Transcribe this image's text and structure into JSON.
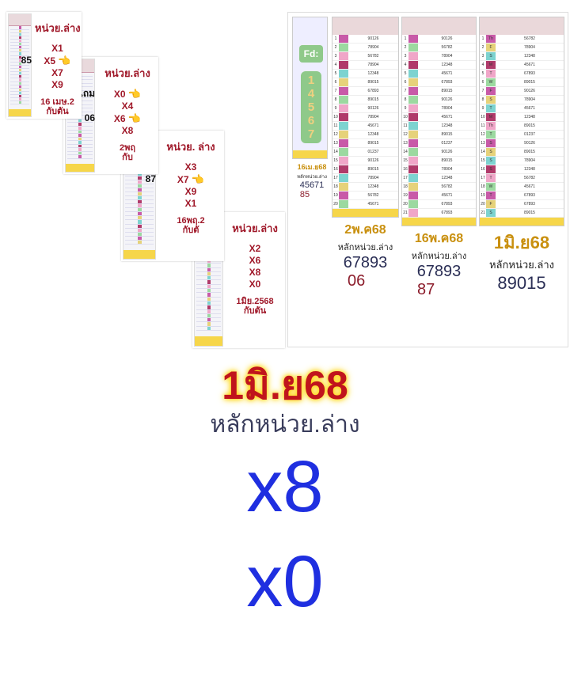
{
  "cards": [
    {
      "title": "หน่วย.ล่าง",
      "items": [
        {
          "x": "X1"
        },
        {
          "x": "X5",
          "num": "85",
          "hand": true
        },
        {
          "x": "X7"
        },
        {
          "x": "X9"
        }
      ],
      "date": "16 เมษ.2",
      "date2": "กับตัน"
    },
    {
      "title": "หน่วย.ล่าง",
      "items": [
        {
          "x": "X0",
          "num": "แถม",
          "hand": true
        },
        {
          "x": "X4"
        },
        {
          "x": "X6",
          "num": "06",
          "hand": true
        },
        {
          "x": "X8"
        }
      ],
      "date": "2พฤ",
      "date2": "กับ"
    },
    {
      "title": "หน่วย. ล่าง",
      "items": [
        {
          "x": "X3"
        },
        {
          "x": "X7",
          "num": "87",
          "hand": true
        },
        {
          "x": "X9"
        },
        {
          "x": "X1"
        }
      ],
      "date": "16พฤ.2",
      "date2": "กับตั"
    },
    {
      "title": "หน่วย.ล่าง",
      "items": [
        {
          "x": "X2"
        },
        {
          "x": "X6"
        },
        {
          "x": "X8"
        },
        {
          "x": "X0"
        }
      ],
      "date": "1มิย.2568",
      "date2": "กับตัน"
    }
  ],
  "panel": {
    "first": {
      "badge": "Fd:",
      "digits": [
        "1",
        "4",
        "5",
        "6",
        "7"
      ],
      "date": "16เม.ย68",
      "sub": "หลักหน่วย.ล่าง",
      "num": "45671",
      "pick": "85"
    },
    "tables": [
      {
        "date": "2พ.ค68",
        "sub": "หลักหน่วย.ล่าง",
        "num": "67893",
        "pick": "06",
        "rows": 20,
        "values": [
          "90126",
          "78904",
          "56782",
          "78904",
          "12348",
          "89015",
          "67893",
          "89015",
          "90126",
          "78904",
          "45671",
          "12348",
          "89015",
          "01237",
          "90126",
          "89015",
          "78904",
          "12348",
          "56782",
          "45671"
        ]
      },
      {
        "date": "16พ.ค68",
        "sub": "หลักหน่วย.ล่าง",
        "num": "67893",
        "pick": "87",
        "rows": 21,
        "values": [
          "90126",
          "56782",
          "78904",
          "12348",
          "45671",
          "67893",
          "89015",
          "90126",
          "78904",
          "45671",
          "12348",
          "89015",
          "01237",
          "90126",
          "89015",
          "78904",
          "12348",
          "56782",
          "45671",
          "67893",
          "67893"
        ]
      },
      {
        "date": "1มิ.ย68",
        "sub": "หลักหน่วย.ล่าง",
        "num": "89015",
        "rows": 21,
        "days": [
          "Th",
          "F",
          "S",
          "M",
          "T",
          "W",
          "F",
          "S",
          "T",
          "M",
          "Th",
          "T",
          "S",
          "S",
          "S",
          "S",
          "T",
          "W",
          "T",
          "F",
          "S"
        ],
        "values": [
          "56782",
          "78904",
          "12348",
          "45671",
          "67893",
          "89015",
          "90126",
          "78904",
          "45671",
          "12348",
          "89015",
          "01237",
          "90126",
          "89015",
          "78904",
          "12348",
          "56782",
          "45671",
          "67893",
          "67893",
          "89015"
        ]
      }
    ]
  },
  "result": {
    "date": "1มิ.ย68",
    "sub": "หลักหน่วย.ล่าง",
    "picks": [
      "x8",
      "x0"
    ]
  },
  "colors": {
    "red": "#c0141c",
    "blue": "#1f2fe0",
    "yellow": "#f6d64a"
  }
}
